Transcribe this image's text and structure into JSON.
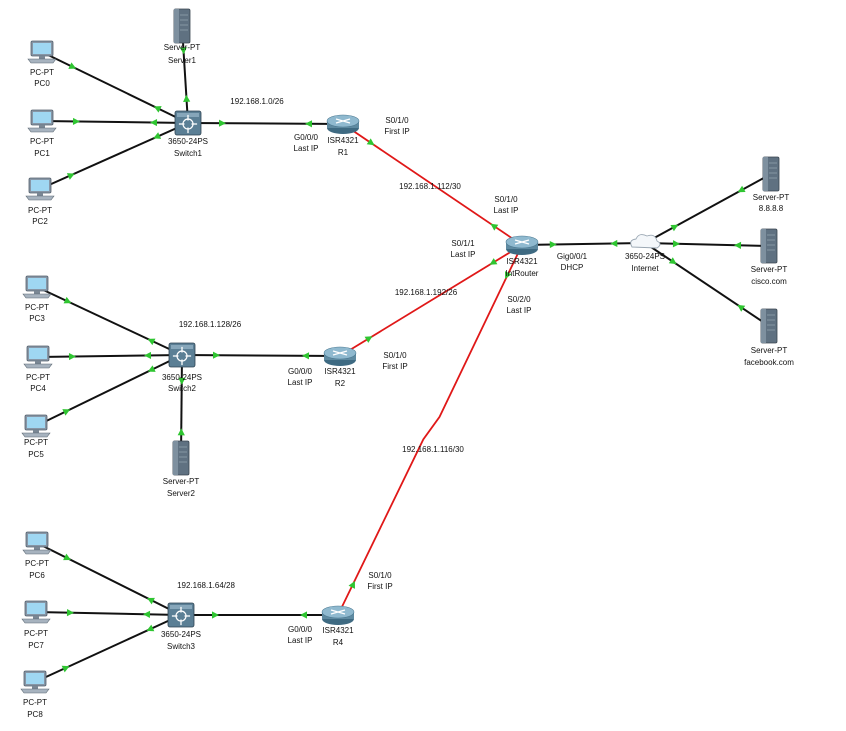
{
  "colors": {
    "ethernet": "#111111",
    "serial": "#e01818",
    "link_light": "#2fc531",
    "pc_frame": "#8796a6",
    "pc_screen": "#9fd7f2",
    "server_body": "#5f7181",
    "router_body": "#5e8aa1",
    "switch_body": "#5b7f95"
  },
  "devices": [
    {
      "id": "server1",
      "kind": "server",
      "type": "Server-PT",
      "name": "Server1"
    },
    {
      "id": "pc0",
      "kind": "pc",
      "type": "PC-PT",
      "name": "PC0"
    },
    {
      "id": "pc1",
      "kind": "pc",
      "type": "PC-PT",
      "name": "PC1"
    },
    {
      "id": "pc2",
      "kind": "pc",
      "type": "PC-PT",
      "name": "PC2"
    },
    {
      "id": "switch1",
      "kind": "switch",
      "type": "3650-24PS",
      "name": "Switch1"
    },
    {
      "id": "r1",
      "kind": "router",
      "type": "ISR4321",
      "name": "R1"
    },
    {
      "id": "pc3",
      "kind": "pc",
      "type": "PC-PT",
      "name": "PC3"
    },
    {
      "id": "pc4",
      "kind": "pc",
      "type": "PC-PT",
      "name": "PC4"
    },
    {
      "id": "pc5",
      "kind": "pc",
      "type": "PC-PT",
      "name": "PC5"
    },
    {
      "id": "switch2",
      "kind": "switch",
      "type": "3650-24PS",
      "name": "Switch2"
    },
    {
      "id": "server2",
      "kind": "server",
      "type": "Server-PT",
      "name": "Server2"
    },
    {
      "id": "r2",
      "kind": "router",
      "type": "ISR4321",
      "name": "R2"
    },
    {
      "id": "pc6",
      "kind": "pc",
      "type": "PC-PT",
      "name": "PC6"
    },
    {
      "id": "pc7",
      "kind": "pc",
      "type": "PC-PT",
      "name": "PC7"
    },
    {
      "id": "pc8",
      "kind": "pc",
      "type": "PC-PT",
      "name": "PC8"
    },
    {
      "id": "switch3",
      "kind": "switch",
      "type": "3650-24PS",
      "name": "Switch3"
    },
    {
      "id": "r4",
      "kind": "router",
      "type": "ISR4321",
      "name": "R4"
    },
    {
      "id": "introuter",
      "kind": "router",
      "type": "ISR4321",
      "name": "IntRouter"
    },
    {
      "id": "internet",
      "kind": "cloud",
      "type": "3650-24PS",
      "name": "Internet"
    },
    {
      "id": "srv8888",
      "kind": "server",
      "type": "Server-PT",
      "name": "8.8.8.8"
    },
    {
      "id": "srvcisco",
      "kind": "server",
      "type": "Server-PT",
      "name": "cisco.com"
    },
    {
      "id": "srvfb",
      "kind": "server",
      "type": "Server-PT",
      "name": "facebook.com"
    }
  ],
  "links": [
    {
      "from": "pc0",
      "to": "switch1",
      "medium": "ethernet"
    },
    {
      "from": "pc1",
      "to": "switch1",
      "medium": "ethernet"
    },
    {
      "from": "pc2",
      "to": "switch1",
      "medium": "ethernet"
    },
    {
      "from": "server1",
      "to": "switch1",
      "medium": "ethernet"
    },
    {
      "from": "switch1",
      "to": "r1",
      "medium": "ethernet"
    },
    {
      "from": "pc3",
      "to": "switch2",
      "medium": "ethernet"
    },
    {
      "from": "pc4",
      "to": "switch2",
      "medium": "ethernet"
    },
    {
      "from": "pc5",
      "to": "switch2",
      "medium": "ethernet"
    },
    {
      "from": "server2",
      "to": "switch2",
      "medium": "ethernet"
    },
    {
      "from": "switch2",
      "to": "r2",
      "medium": "ethernet"
    },
    {
      "from": "pc6",
      "to": "switch3",
      "medium": "ethernet"
    },
    {
      "from": "pc7",
      "to": "switch3",
      "medium": "ethernet"
    },
    {
      "from": "pc8",
      "to": "switch3",
      "medium": "ethernet"
    },
    {
      "from": "switch3",
      "to": "r4",
      "medium": "ethernet"
    },
    {
      "from": "r1",
      "to": "introuter",
      "medium": "serial"
    },
    {
      "from": "r2",
      "to": "introuter",
      "medium": "serial"
    },
    {
      "from": "r4",
      "to": "introuter",
      "medium": "serial"
    },
    {
      "from": "introuter",
      "to": "internet",
      "medium": "ethernet"
    },
    {
      "from": "internet",
      "to": "srv8888",
      "medium": "ethernet"
    },
    {
      "from": "internet",
      "to": "srvcisco",
      "medium": "ethernet"
    },
    {
      "from": "internet",
      "to": "srvfb",
      "medium": "ethernet"
    }
  ],
  "annotations": [
    {
      "id": "net1",
      "text": "192.168.1.0/26"
    },
    {
      "id": "r1-g000",
      "lines": [
        "G0/0/0",
        "Last IP"
      ]
    },
    {
      "id": "r1-s010",
      "lines": [
        "S0/1/0",
        "First IP"
      ]
    },
    {
      "id": "net-112",
      "text": "192.168.1.112/30"
    },
    {
      "id": "ir-s010",
      "lines": [
        "S0/1/0",
        "Last IP"
      ]
    },
    {
      "id": "ir-s011",
      "lines": [
        "S0/1/1",
        "Last IP"
      ]
    },
    {
      "id": "ir-g001",
      "lines": [
        "Gig0/0/1",
        "DHCP"
      ]
    },
    {
      "id": "ir-s020",
      "lines": [
        "S0/2/0",
        "Last IP"
      ]
    },
    {
      "id": "net-192",
      "text": "192.168.1.192/26"
    },
    {
      "id": "net2",
      "text": "192.168.1.128/26"
    },
    {
      "id": "r2-g000",
      "lines": [
        "G0/0/0",
        "Last IP"
      ]
    },
    {
      "id": "r2-s010",
      "lines": [
        "S0/1/0",
        "First IP"
      ]
    },
    {
      "id": "net-116",
      "text": "192.168.1.116/30"
    },
    {
      "id": "net3",
      "text": "192.168.1.64/28"
    },
    {
      "id": "r4-s010",
      "lines": [
        "S0/1/0",
        "First IP"
      ]
    },
    {
      "id": "r4-g000",
      "lines": [
        "G0/0/0",
        "Last IP"
      ]
    }
  ]
}
